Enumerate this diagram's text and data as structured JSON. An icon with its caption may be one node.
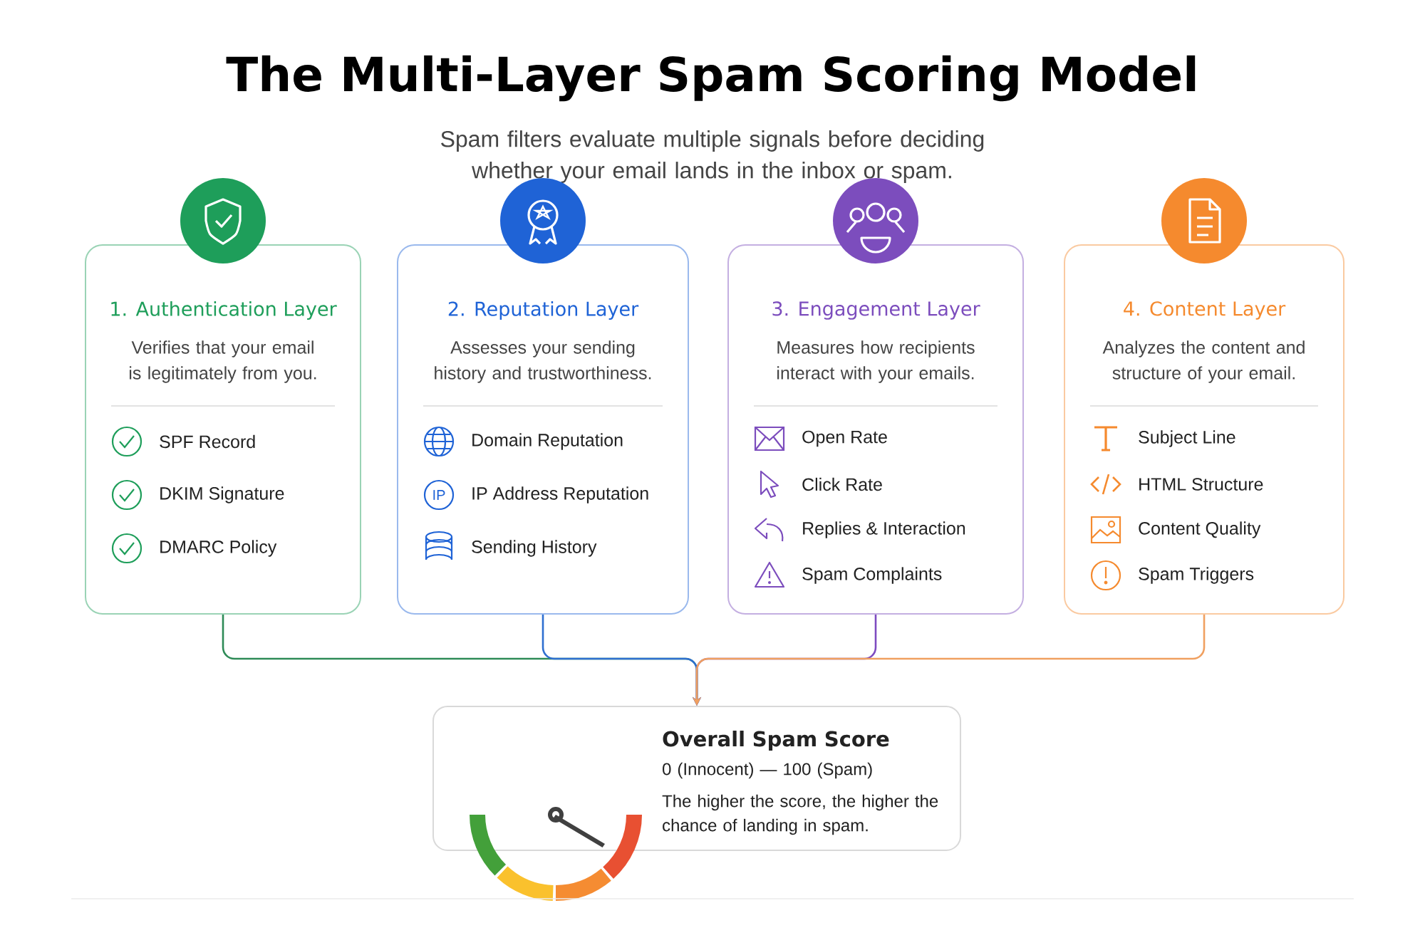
{
  "diagram": {
    "title": "The Multi-Layer Spam Scoring Model",
    "caption": "Spam filters evaluate multiple signals before deciding whether your email lands in the inbox or spam.",
    "nodes": [
      {
        "text": [
          "1. Authentication Layer",
          "Verifies that your email is legitimately from you.",
          "SPF Record",
          "DKIM Signature",
          "DMARC Policy"
        ]
      },
      {
        "text": [
          "2. Reputation Layer",
          "Assesses your sending history and trustworthiness.",
          "Domain Reputation",
          "IP Address Reputation",
          "Sending History"
        ]
      },
      {
        "text": [
          "3. Engagement Layer",
          "Measures how recipients interact with your emails.",
          "Open Rate",
          "Click Rate",
          "Replies & Interaction",
          "Spam Complaints"
        ]
      },
      {
        "text": [
          "4. Content Layer",
          "Analyzes the content and structure of your email.",
          "Subject Line",
          "HTML Structure",
          "Content Quality",
          "Spam Triggers"
        ]
      },
      {
        "text": [
          "Overall Spam Score",
          "0 (Innocent) — 100 (Spam)",
          "The higher the score, the higher the chance of landing in spam."
        ]
      }
    ],
    "edges": [
      {
        "from": 0,
        "to": 4,
        "arrow": "to",
        "color": "#2e8b57"
      },
      {
        "from": 1,
        "to": 4,
        "arrow": "to",
        "color": "#2f6fd0"
      },
      {
        "from": 2,
        "to": 4,
        "arrow": "to",
        "color": "#7d4bc0"
      },
      {
        "from": 3,
        "to": 4,
        "arrow": "to",
        "color": "#f0a060"
      }
    ],
    "labels": [
      "IP"
    ]
  }
}
